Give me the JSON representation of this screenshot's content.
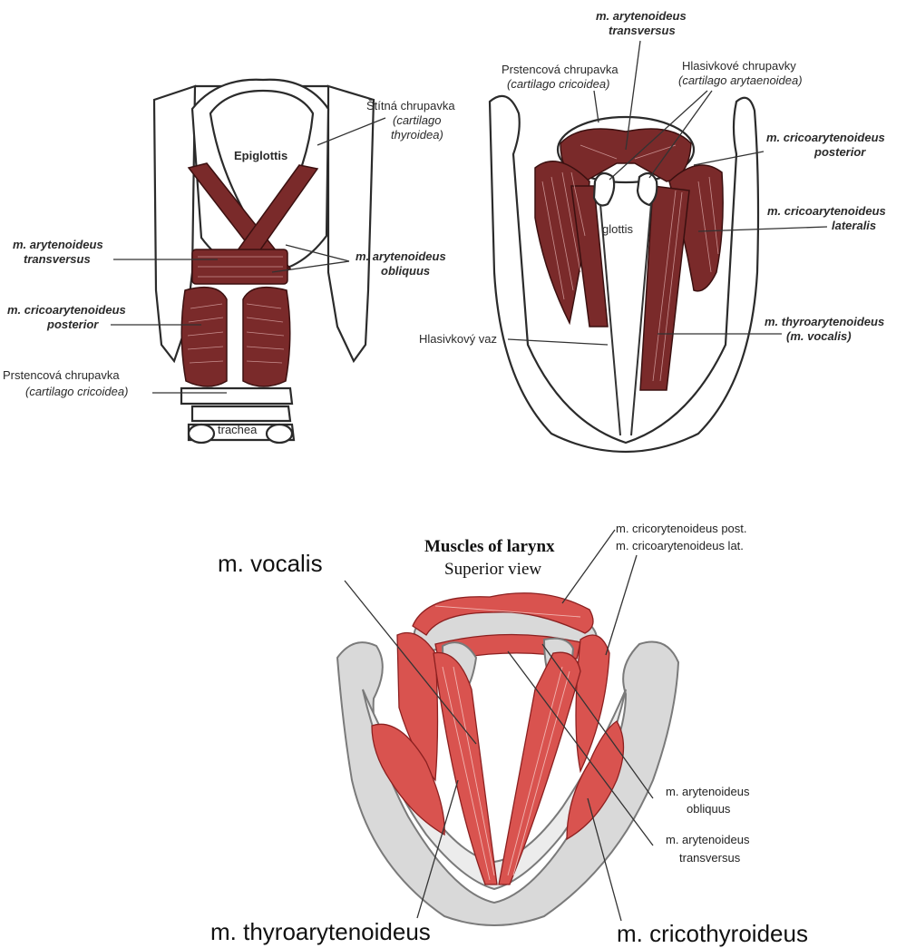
{
  "left_diagram": {
    "labels": {
      "epiglottis": "Epiglottis",
      "thyroid_1": "Štítná chrupavka",
      "thyroid_2": "(cartilago",
      "thyroid_3": "thyroidea)",
      "arytrans_1": "m. arytenoideus",
      "arytrans_2": "transversus",
      "aryobl_1": "m. arytenoideus",
      "aryobl_2": "obliquus",
      "cricopost_1": "m. cricoarytenoideus",
      "cricopost_2": "posterior",
      "cricoid_1": "Prstencová chrupavka",
      "cricoid_2": "(cartilago cricoidea)",
      "trachea": "trachea"
    }
  },
  "right_diagram": {
    "labels": {
      "arytrans_1": "m. arytenoideus",
      "arytrans_2": "transversus",
      "cricoid_1": "Prstencová chrupavka",
      "cricoid_2": "(cartilago cricoidea)",
      "aryten_1": "Hlasivkové chrupavky",
      "aryten_2": "(cartilago arytaenoidea)",
      "cricopost_1": "m. cricoarytenoideus",
      "cricopost_2": "posterior",
      "cricolat_1": "m. cricoarytenoideus",
      "cricolat_2": "lateralis",
      "glottis": "glottis",
      "thyroaryt_1": "m. thyroarytenoideus",
      "thyroaryt_2": "(m. vocalis)",
      "ligament": "Hlasivkový vaz"
    }
  },
  "bottom_diagram": {
    "title": "Muscles of larynx",
    "subtitle": "Superior view",
    "labels": {
      "vocalis": "m. vocalis",
      "cricopost": "m. cricorytenoideus post.",
      "cricolat": "m. cricoarytenoideus lat.",
      "aryobl_1": "m. arytenoideus",
      "aryobl_2": "obliquus",
      "arytrans_1": "m. arytenoideus",
      "arytrans_2": "transversus",
      "thyroaryt": "m. thyroarytenoideus",
      "cricothyr": "m. cricothyroideus"
    }
  },
  "colors": {
    "muscle_dark": "#7a2a2a",
    "muscle_red": "#d9534f",
    "cartilage_gray": "#d9d9d9"
  }
}
